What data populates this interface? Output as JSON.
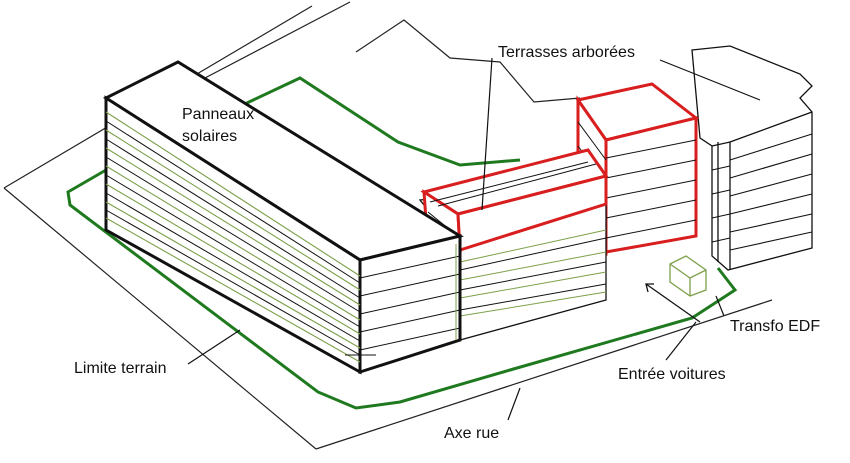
{
  "labels": {
    "terrasses": "Terrasses arborées",
    "panneaux": "Panneaux solaires",
    "transfo": "Transfo EDF",
    "entree": "Entrée voitures",
    "limite": "Limite terrain",
    "axe": "Axe rue"
  },
  "colors": {
    "outline": "#111111",
    "site_boundary": "#1f7a1f",
    "new_volume": "#d81e1e",
    "floor_lines": "#7da04a",
    "ground": "#ffffff"
  }
}
